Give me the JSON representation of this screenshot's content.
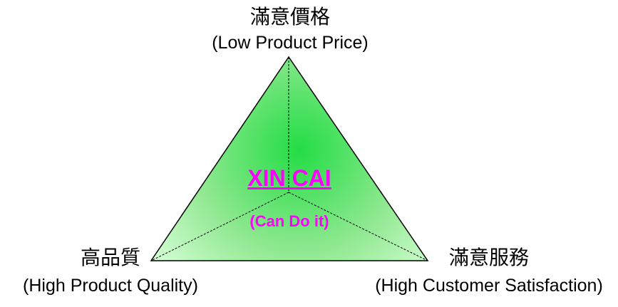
{
  "vertices": {
    "top": {
      "chinese": "滿意價格",
      "english": "(Low Product Price)"
    },
    "left": {
      "chinese": "高品質",
      "english": "(High Product Quality)"
    },
    "right": {
      "chinese": "滿意服務",
      "english": "(High Customer Satisfaction)"
    }
  },
  "center": {
    "title": "XIN CAI",
    "subtitle": "(Can Do it)"
  },
  "colors": {
    "fill_center": "#22dd44",
    "fill_edge": "#d8ffd8",
    "accent": "#ff00ff",
    "outline": "#000000"
  }
}
